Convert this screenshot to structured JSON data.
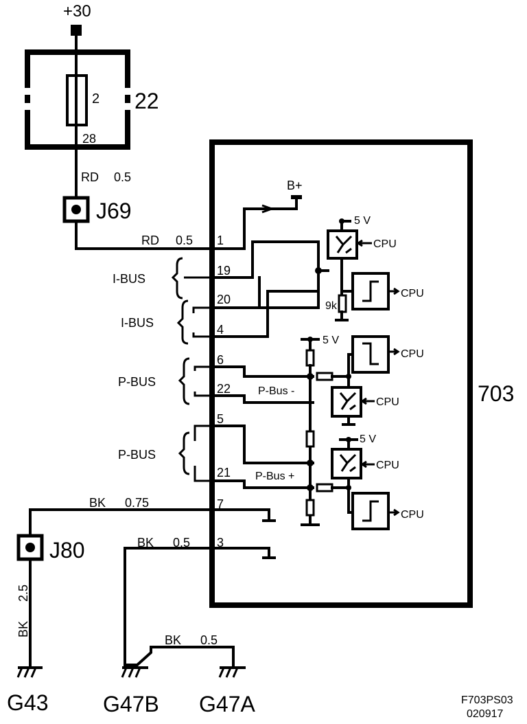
{
  "supply": {
    "label": "+30"
  },
  "fuse_box": {
    "id": "22",
    "fuse_number": "2",
    "pin": "28"
  },
  "connector_j69": {
    "label": "J69"
  },
  "connector_j80": {
    "label": "J80"
  },
  "module": {
    "id": "703"
  },
  "module_labels": {
    "b_plus": "B+",
    "five_v": "5 V",
    "cpu": "CPU",
    "resistor_9k": "9k",
    "p_bus_minus": "P-Bus -",
    "p_bus_plus": "P-Bus +"
  },
  "bus_labels": {
    "i_bus": "I-BUS",
    "p_bus": "P-BUS"
  },
  "pins": {
    "p1": "1",
    "p19": "19",
    "p20": "20",
    "p4": "4",
    "p6": "6",
    "p22": "22",
    "p5": "5",
    "p21": "21",
    "p7": "7",
    "p3": "3"
  },
  "wires": {
    "rd": "RD",
    "rd_size": "0.5",
    "bk": "BK",
    "bk_size_075": "0.75",
    "bk_size_05": "0.5",
    "bk_size_25": "2.5"
  },
  "grounds": {
    "g43": "G43",
    "g47b": "G47B",
    "g47a": "G47A"
  },
  "footer": {
    "code": "F703PS03",
    "date": "020917"
  }
}
